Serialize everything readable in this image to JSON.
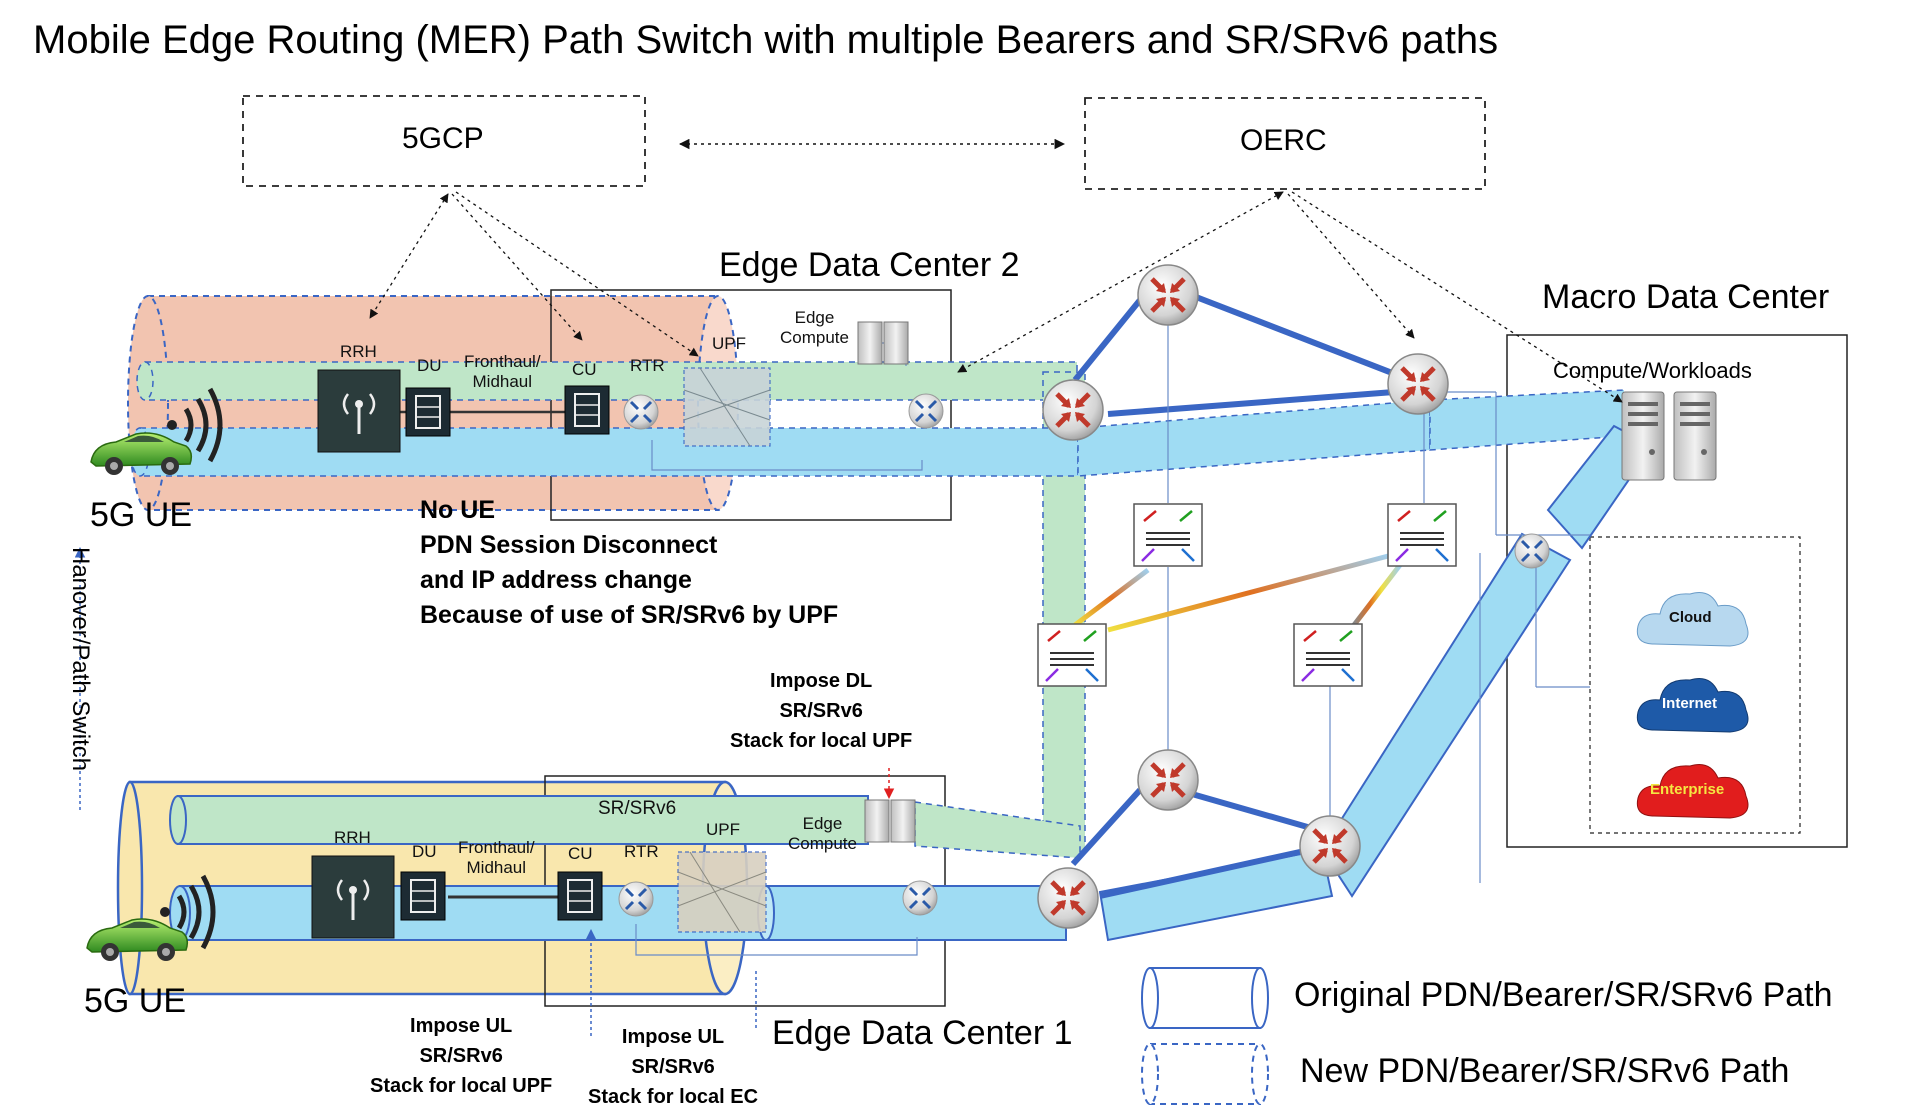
{
  "title": "Mobile Edge Routing (MER) Path Switch with multiple Bearers and SR/SRv6 paths",
  "control": {
    "fivegcp": "5GCP",
    "oerc": "OERC"
  },
  "datacenters": {
    "edge2": "Edge Data Center 2",
    "edge1": "Edge Data Center 1",
    "macro": "Macro Data Center",
    "compute_workloads": "Compute/Workloads"
  },
  "top_chain": {
    "rrh": "RRH",
    "du": "DU",
    "fronthaul": "Fronthaul/\nMidhaul",
    "cu": "CU",
    "rtr": "RTR",
    "upf": "UPF",
    "edge_compute": "Edge\nCompute"
  },
  "bottom_chain": {
    "rrh": "RRH",
    "du": "DU",
    "fronthaul": "Fronthaul/\nMidhaul",
    "cu": "CU",
    "rtr": "RTR",
    "upf": "UPF",
    "edge_compute": "Edge\nCompute",
    "sr": "SR/SRv6"
  },
  "ue_top": "5G UE",
  "ue_bottom": "5G UE",
  "note": "No UE\nPDN Session Disconnect\nand IP address change\nBecause of use of SR/SRv6 by UPF",
  "impose_dl": "Impose DL\nSR/SRv6\nStack for local UPF",
  "impose_ul_upf": "Impose UL\nSR/SRv6\nStack for local UPF",
  "impose_ul_ec": "Impose UL\nSR/SRv6\nStack for local EC",
  "handover": "Hanover/Path Switch",
  "clouds": [
    "Cloud",
    "Internet",
    "Enterprise"
  ],
  "legend": [
    "Original PDN/Bearer/SR/SRv6 Path",
    "New PDN/Bearer/SR/SRv6 Path"
  ],
  "colors": {
    "blue_path": "#9fdcf3",
    "green_path": "#bfe6c8",
    "orange_bearer": "#f2c4b0",
    "yellow_bearer": "#f9e7ad",
    "link_blue": "#3a66c4",
    "router_red": "#c0392b"
  }
}
